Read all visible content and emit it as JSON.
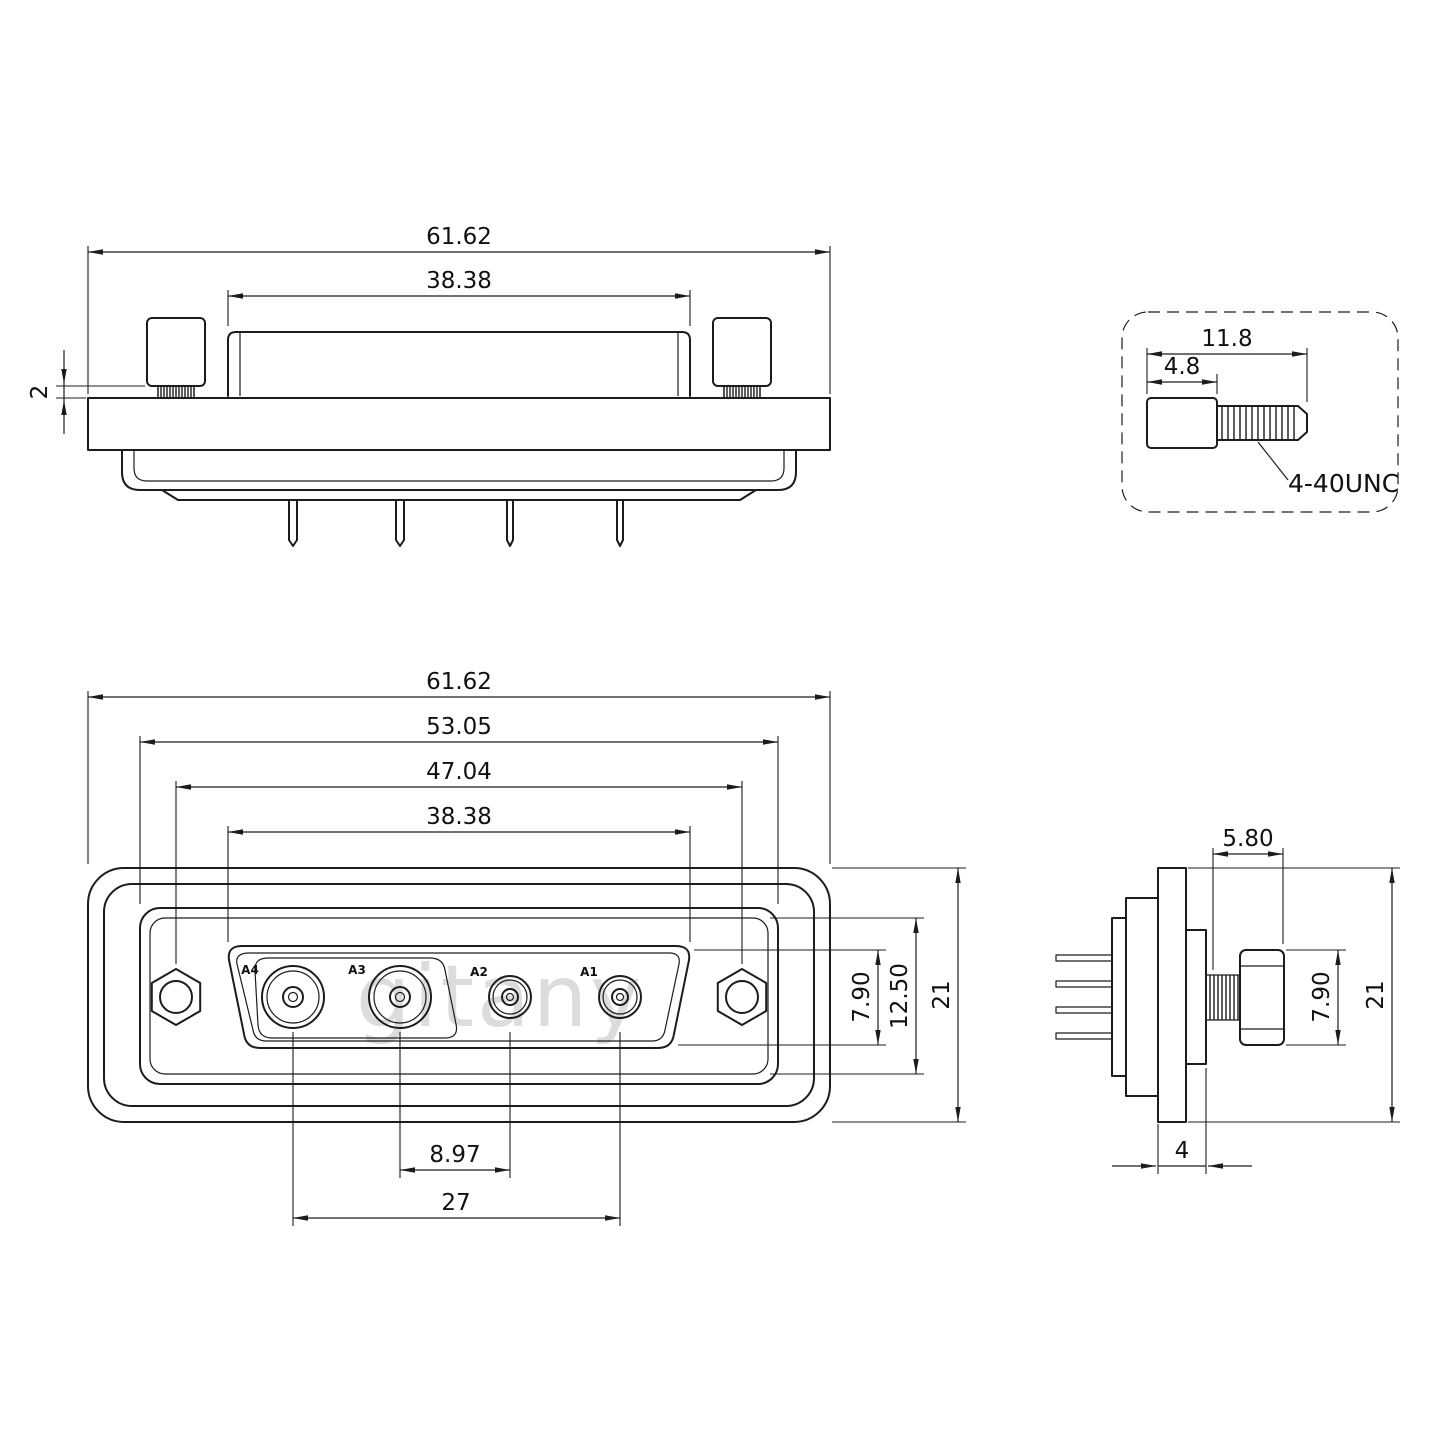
{
  "colors": {
    "line": "#1c1c1c",
    "background": "#ffffff",
    "watermark": "#dcdcdc"
  },
  "watermark": "gitany",
  "top_view": {
    "width_total": "61.62",
    "shield_width": "38.38",
    "panel_thickness": "2"
  },
  "screw_detail": {
    "total_length": "11.8",
    "head_length": "4.8",
    "thread_spec": "4-40UNC"
  },
  "front_view": {
    "width_total": "61.62",
    "body_width": "53.05",
    "mount_hole_spacing": "47.04",
    "insert_width": "38.38",
    "opening_height": "7.90",
    "insert_height": "12.50",
    "height_total": "21",
    "contact_pitch_inner": "8.97",
    "contact_pitch_outer": "27",
    "contacts": [
      {
        "label": "A4"
      },
      {
        "label": "A3"
      },
      {
        "label": "A2"
      },
      {
        "label": "A1"
      }
    ]
  },
  "side_view": {
    "screw_protrusion": "5.80",
    "screw_head_height": "7.90",
    "height_total": "21",
    "flange_depth": "4"
  }
}
